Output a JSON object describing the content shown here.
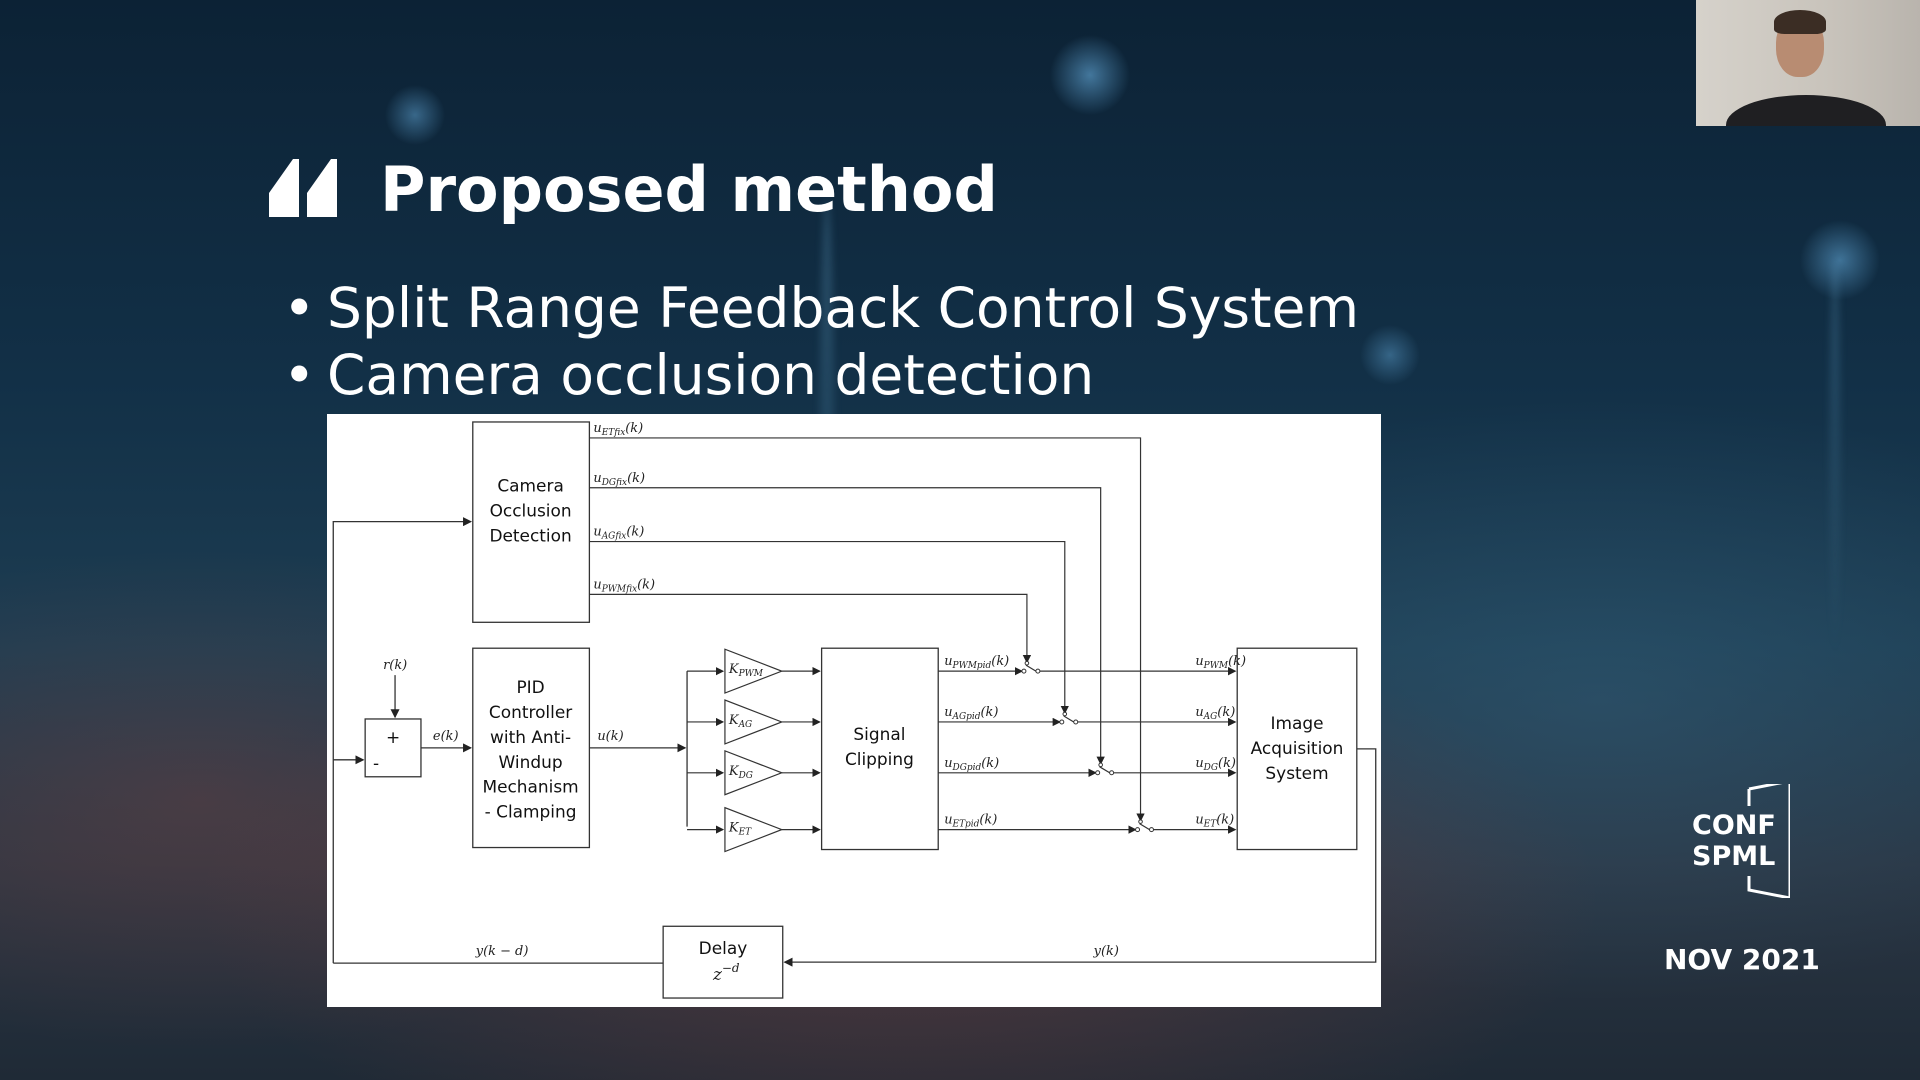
{
  "slide": {
    "title": "Proposed method",
    "bullets": [
      "Split Range Feedback Control System",
      "Camera occlusion detection"
    ]
  },
  "diagram": {
    "blocks": {
      "camera": [
        "Camera",
        "Occlusion",
        "Detection"
      ],
      "pid": [
        "PID",
        "Controller",
        "with Anti-",
        "Windup",
        "Mechanism",
        "- Clamping"
      ],
      "clipping": [
        "Signal",
        "Clipping"
      ],
      "image": [
        "Image",
        "Acquisition",
        "System"
      ],
      "delay": "Delay",
      "delay_tf": "z",
      "delay_tf_exp": "−d",
      "sum_plus": "+",
      "sum_minus": "-"
    },
    "signals": {
      "fix": [
        {
          "m": "u",
          "s": "ETfix",
          "a": "(k)"
        },
        {
          "m": "u",
          "s": "DGfix",
          "a": "(k)"
        },
        {
          "m": "u",
          "s": "AGfix",
          "a": "(k)"
        },
        {
          "m": "u",
          "s": "PWMfix",
          "a": "(k)"
        }
      ],
      "pid": [
        {
          "m": "u",
          "s": "PWMpid",
          "a": "(k)"
        },
        {
          "m": "u",
          "s": "AGpid",
          "a": "(k)"
        },
        {
          "m": "u",
          "s": "DGpid",
          "a": "(k)"
        },
        {
          "m": "u",
          "s": "ETpid",
          "a": "(k)"
        }
      ],
      "out": [
        {
          "m": "u",
          "s": "PWM",
          "a": "(k)"
        },
        {
          "m": "u",
          "s": "AG",
          "a": "(k)"
        },
        {
          "m": "u",
          "s": "DG",
          "a": "(k)"
        },
        {
          "m": "u",
          "s": "ET",
          "a": "(k)"
        }
      ],
      "gains": [
        {
          "m": "K",
          "s": "PWM"
        },
        {
          "m": "K",
          "s": "AG"
        },
        {
          "m": "K",
          "s": "DG"
        },
        {
          "m": "K",
          "s": "ET"
        }
      ],
      "r": "r(k)",
      "e": "e(k)",
      "u": "u(k)",
      "y": "y(k)",
      "yd": "y(k − d)"
    }
  },
  "branding": {
    "logo": [
      "CONF",
      "SPML"
    ],
    "date": "NOV 2021"
  }
}
